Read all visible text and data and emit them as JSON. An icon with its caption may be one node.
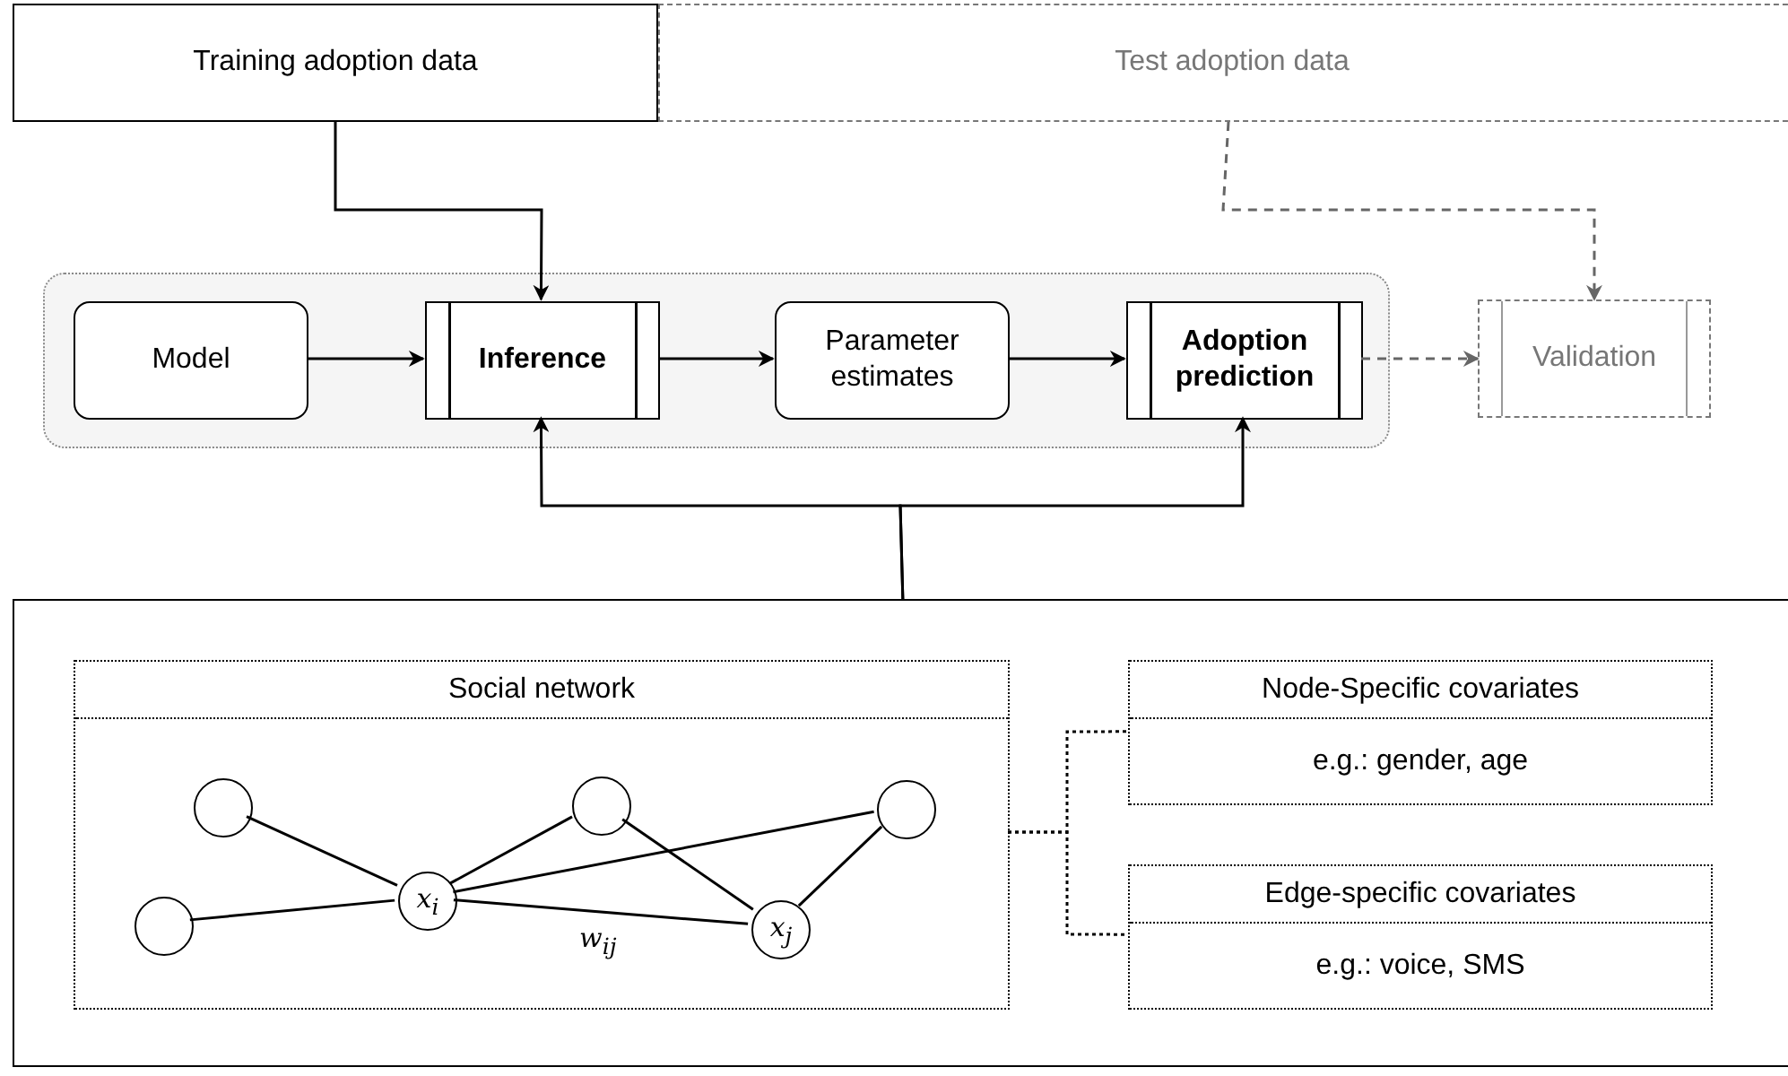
{
  "diagram": {
    "nodes": [
      {
        "text": [
          "Training adoption data"
        ]
      },
      {
        "text": [
          "Test adoption data"
        ]
      },
      {
        "text": [],
        "shape": "box"
      },
      {
        "text": [
          "Model"
        ],
        "in": 2
      },
      {
        "text": [
          "Inference"
        ],
        "in": 2
      },
      {
        "text": [
          "Parameter estimates"
        ],
        "in": 2
      },
      {
        "text": [
          "Adoption prediction"
        ],
        "in": 2
      },
      {
        "text": [
          "Validation"
        ]
      },
      {
        "text": [],
        "shape": "box"
      },
      {
        "text": [
          "Social network"
        ],
        "in": 8
      },
      {
        "text": [],
        "shape": "circle",
        "in": 9
      },
      {
        "text": [],
        "shape": "circle",
        "in": 9
      },
      {
        "text": [
          "x$_{i}$"
        ],
        "in": 9
      },
      {
        "text": [],
        "shape": "circle",
        "in": 9
      },
      {
        "text": [
          "x$_{j}$"
        ],
        "in": 9
      },
      {
        "text": [],
        "shape": "circle",
        "in": 9
      },
      {
        "text": [
          "Node-Specific covariates",
          "e.g.: gender, age"
        ],
        "in": 8
      },
      {
        "text": [
          "Edge-specific covariates",
          "e.g.: voice, SMS"
        ],
        "in": 8
      }
    ],
    "edges": [
      {
        "from": 0,
        "to": 4,
        "arrow": "to"
      },
      {
        "from": 1,
        "to": 7,
        "arrow": "to",
        "style": "dashed",
        "color": "#666666"
      },
      {
        "from": 3,
        "to": 4,
        "arrow": "to"
      },
      {
        "from": 4,
        "to": 5,
        "arrow": "to"
      },
      {
        "from": 5,
        "to": 6,
        "arrow": "to"
      },
      {
        "from": 6,
        "to": 7,
        "arrow": "to",
        "style": "dashed",
        "color": "#666666"
      },
      {
        "from": 8,
        "to": 4,
        "arrow": "to"
      },
      {
        "from": 8,
        "to": 6,
        "arrow": "to"
      },
      {
        "from": 11,
        "to": 12,
        "arrow": "none"
      },
      {
        "from": 10,
        "to": 12,
        "arrow": "none"
      },
      {
        "from": 12,
        "to": 13,
        "arrow": "none"
      },
      {
        "from": 12,
        "to": 15,
        "arrow": "none"
      },
      {
        "from": 12,
        "to": 14,
        "arrow": "none",
        "label": "w$_{ij}$"
      },
      {
        "from": 13,
        "to": 14,
        "arrow": "none"
      },
      {
        "from": 14,
        "to": 15,
        "arrow": "none"
      },
      {
        "from": 9,
        "to": 16,
        "arrow": "none",
        "style": "dashed"
      },
      {
        "from": 9,
        "to": 17,
        "arrow": "none",
        "style": "dashed"
      }
    ]
  }
}
